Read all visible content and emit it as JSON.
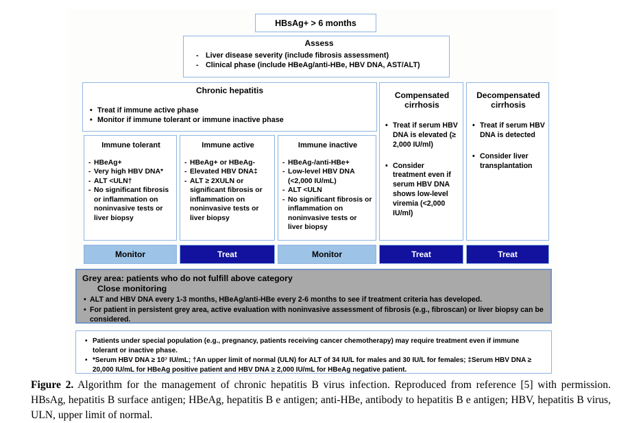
{
  "figure": {
    "top_box_label": "HBsAg+ > 6 months",
    "assess": {
      "title": "Assess",
      "items": [
        "Liver disease severity (include fibrosis assessment)",
        "Clinical phase (include HBeAg/anti-HBe, HBV DNA, AST/ALT)"
      ]
    },
    "chronic_hepatitis": {
      "title": "Chronic hepatitis",
      "items": [
        "Treat if immune active phase",
        "Monitor if immune tolerant or immune inactive phase"
      ]
    },
    "immune_tolerant": {
      "title": "Immune tolerant",
      "items": [
        "HBeAg+",
        "Very high HBV DNA*",
        "ALT <ULN†",
        "No significant fibrosis or inflammation on noninvasive tests or liver biopsy"
      ]
    },
    "immune_active": {
      "title": "Immune active",
      "items": [
        "HBeAg+ or HBeAg-",
        "Elevated HBV DNA‡",
        "ALT ≥ 2XULN or significant fibrosis or inflammation on noninvasive tests or liver biopsy"
      ]
    },
    "immune_inactive": {
      "title": "Immune inactive",
      "items": [
        "HBeAg-/anti-HBe+",
        "Low-level HBV DNA (<2,000 IU/mL)",
        "ALT <ULN",
        "No significant fibrosis or inflammation on noninvasive tests or liver biopsy"
      ]
    },
    "compensated": {
      "title": "Compensated cirrhosis",
      "items": [
        "Treat if serum HBV DNA is elevated (≥ 2,000 IU/ml)",
        "Consider treatment even if serum HBV DNA shows low-level viremia (<2,000 IU/ml)"
      ]
    },
    "decompensated": {
      "title": "Decompensated cirrhosis",
      "items": [
        "Treat if serum HBV DNA is detected",
        "Consider liver transplantation"
      ]
    },
    "actions": {
      "monitor_1": "Monitor",
      "treat_1": "Treat",
      "monitor_2": "Monitor",
      "treat_2": "Treat",
      "treat_3": "Treat"
    },
    "grey_area": {
      "title": "Grey area: patients who do not fulfill above category",
      "subtitle": "Close monitoring",
      "items": [
        "ALT and HBV DNA every 1-3 months, HBeAg/anti-HBe every 2-6 months to see if treatment criteria has developed.",
        "For patient in persistent grey area, active evaluation with noninvasive assessment of fibrosis (e.g., fibroscan) or liver biopsy can be considered."
      ]
    },
    "footnotes": {
      "items": [
        "Patients under special population (e.g., pregnancy, patients receiving cancer chemotherapy) may require treatment even if immune tolerant or inactive phase.",
        "*Serum HBV DNA ≥ 10⁷ IU/mL; †An upper limit of normal (ULN) for ALT of 34 IU/L for males and 30 IU/L for females; ‡Serum HBV DNA ≥ 20,000 IU/mL for HBeAg positive patient and HBV DNA ≥ 2,000 IU/mL for HBeAg negative patient."
      ]
    },
    "markers": {
      "bullet": "•",
      "dash": "-"
    },
    "colors": {
      "box_border": "#8db4e2",
      "monitor_fill": "#9dc3e6",
      "treat_fill": "#12129e",
      "grey_fill": "#a9a9a9",
      "grey_border": "#7293c4"
    }
  },
  "caption": {
    "label": "Figure 2.",
    "text": " Algorithm for the management of chronic hepatitis B virus infection. Reproduced from reference [5] with permission. HBsAg, hepatitis B surface antigen; HBeAg, hepatitis B e antigen; anti-HBe, antibody to hepatitis B e antigen; HBV, hepatitis B virus, ULN, upper limit of normal."
  }
}
